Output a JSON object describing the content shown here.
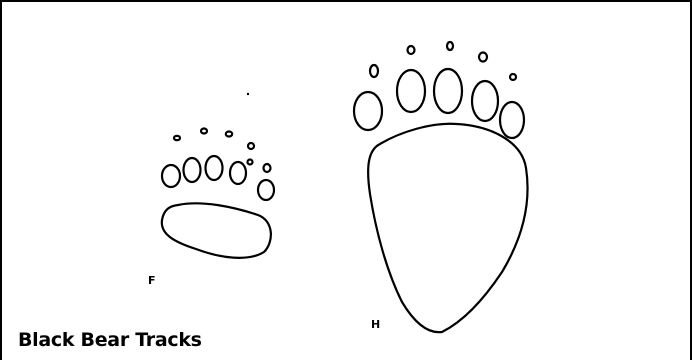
{
  "diagram": {
    "caption": "Black Bear Tracks",
    "labels": {
      "front": "F",
      "hind": "H"
    }
  }
}
